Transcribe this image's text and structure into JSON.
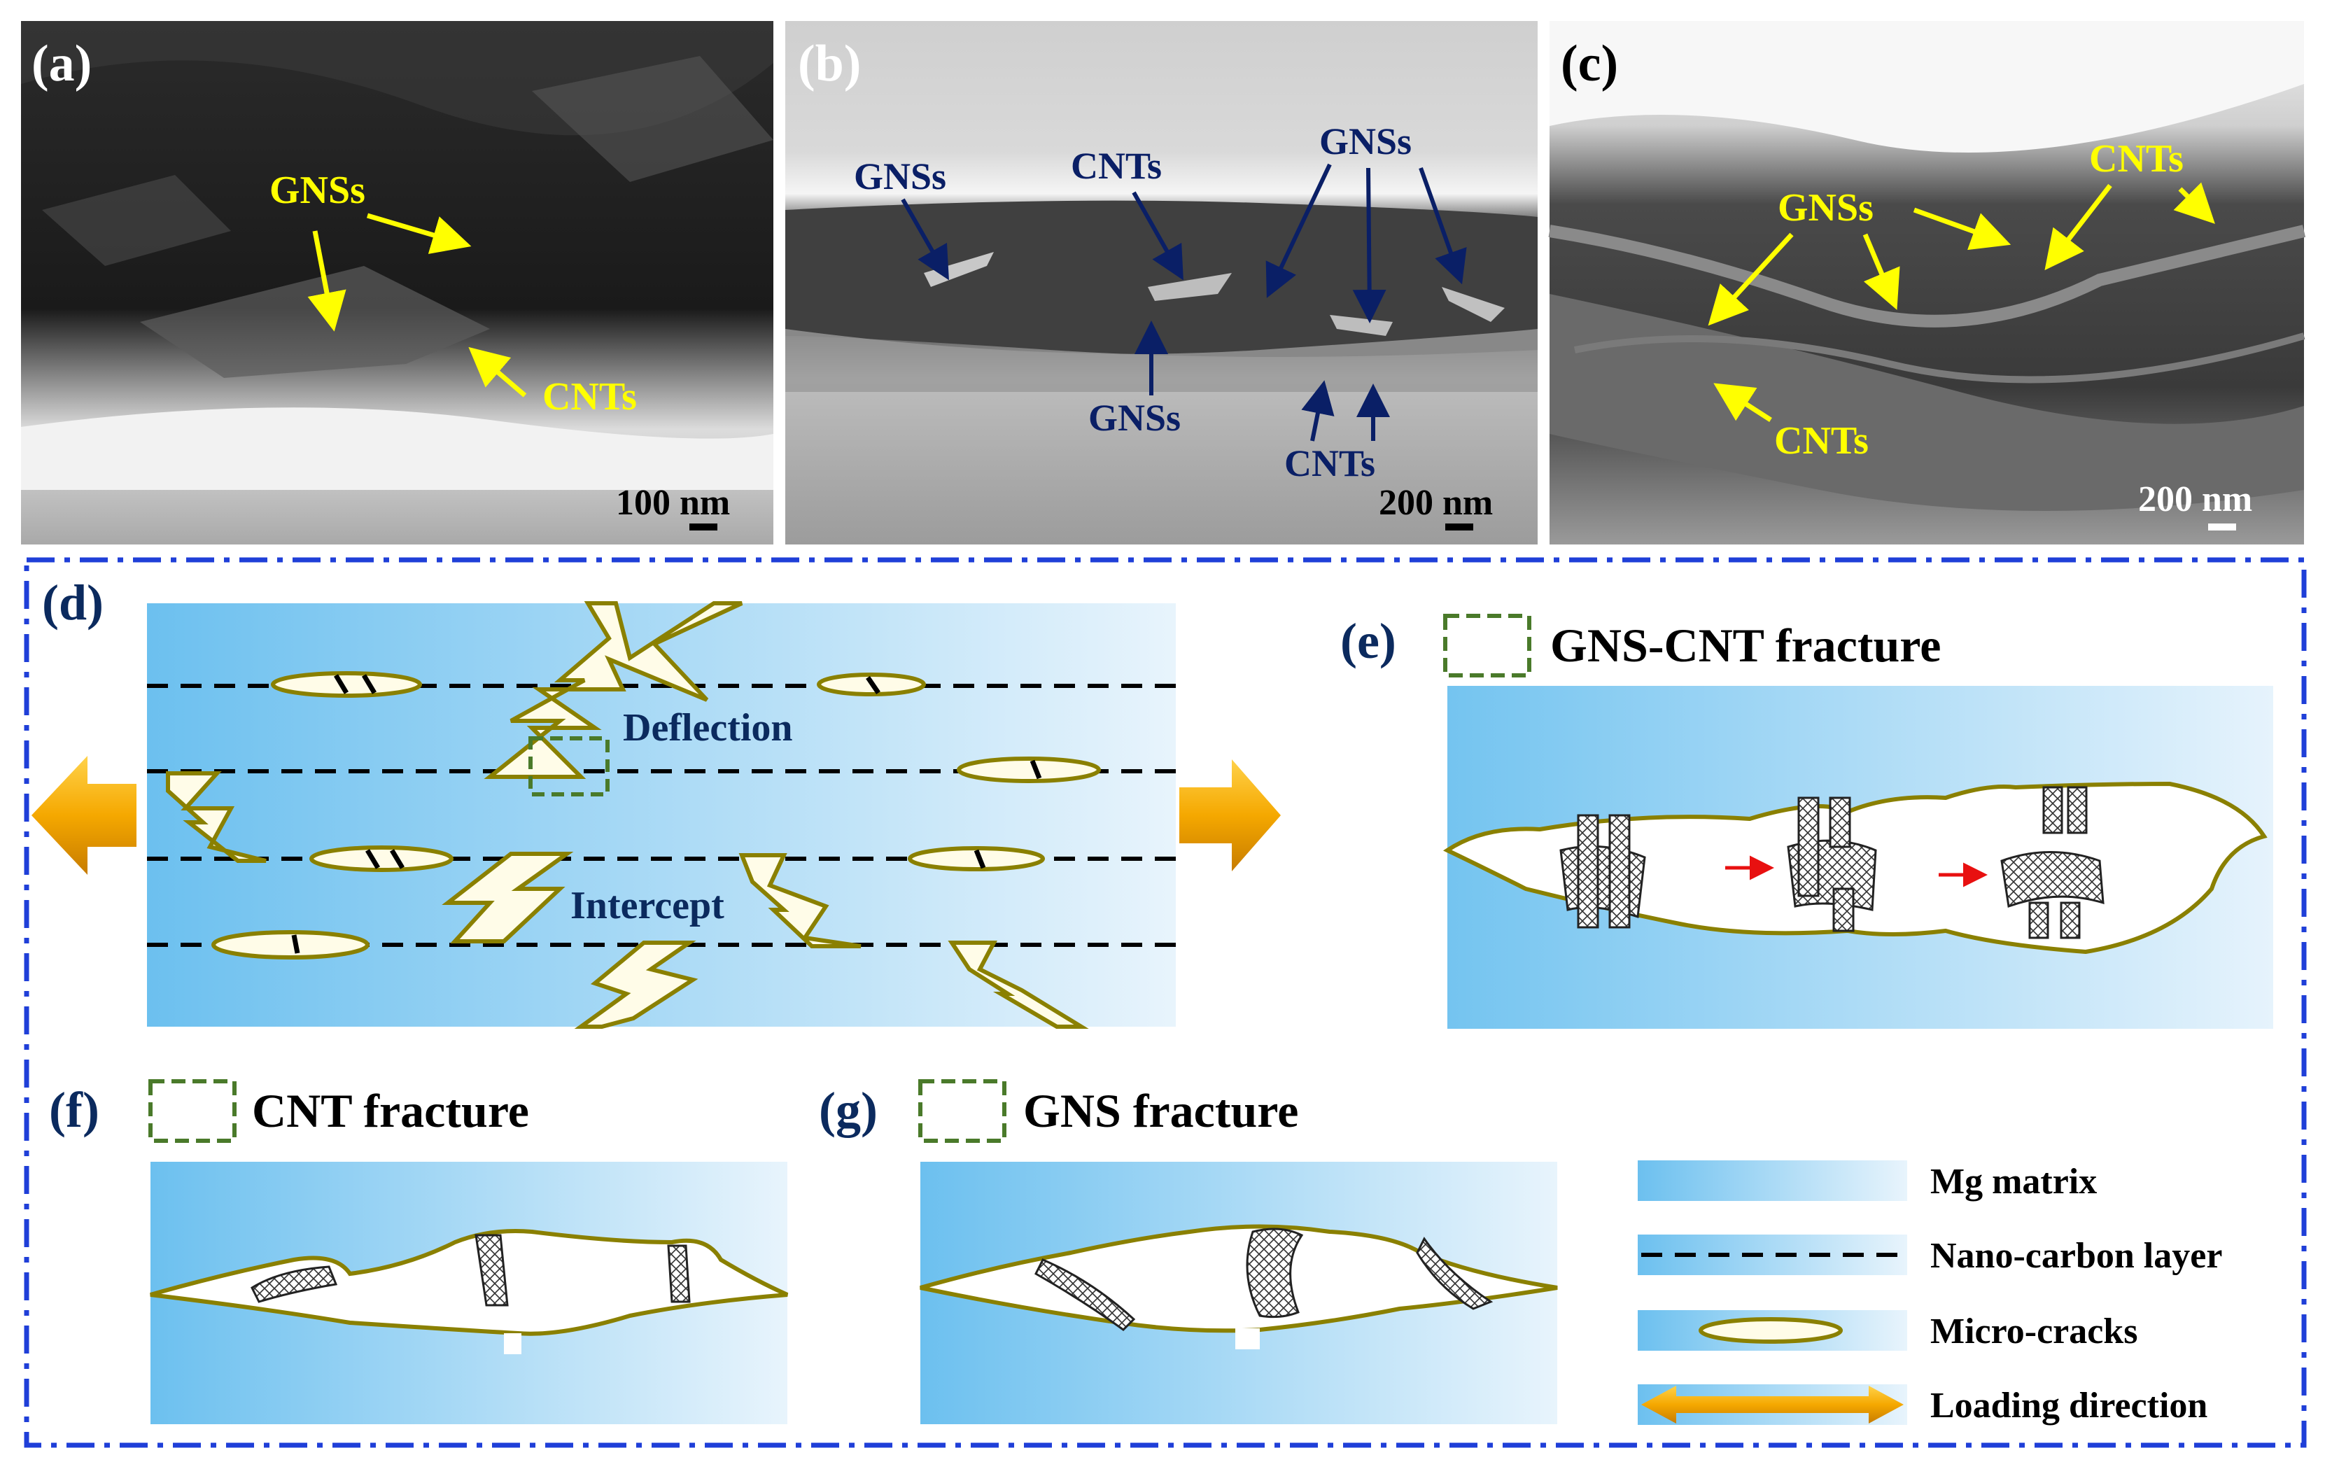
{
  "panels": {
    "a": {
      "letter": "(a)",
      "labels": {
        "gns": "GNSs",
        "cnt": "CNTs"
      },
      "scale": "100 nm"
    },
    "b": {
      "letter": "(b)",
      "labels": {
        "gns_left": "GNSs",
        "cnt_top": "CNTs",
        "gns_top": "GNSs",
        "gns_bottom": "GNSs",
        "cnt_bottom": "CNTs"
      },
      "scale": "200 nm"
    },
    "c": {
      "letter": "(c)",
      "labels": {
        "gns": "GNSs",
        "cnt_top": "CNTs",
        "cnt_bottom": "CNTs"
      },
      "scale": "200 nm"
    },
    "d": {
      "letter": "(d)",
      "deflection": "Deflection",
      "intercept": "Intercept"
    },
    "e": {
      "letter": "(e)",
      "title": "GNS-CNT fracture"
    },
    "f": {
      "letter": "(f)",
      "title": "CNT fracture"
    },
    "g": {
      "letter": "(g)",
      "title": "GNS fracture"
    }
  },
  "legend": {
    "mg_matrix": "Mg matrix",
    "nano_carbon_layer": "Nano-carbon layer",
    "micro_cracks": "Micro-cracks",
    "loading_direction": "Loading direction"
  },
  "colors": {
    "sem_label_yellow": "#ffff00",
    "sem_label_navy": "#0a1f66",
    "panel_letter": "#0b2a5e",
    "frame_blue": "#1f3fd8",
    "matrix_light": "#e8f4fc",
    "matrix_dark": "#6cc0ef",
    "crack_outline": "#8a8000",
    "arrow_orange": "#f0a800",
    "inner_arrow_red": "#e81010",
    "dashed_box_green": "#4a7a2a"
  }
}
